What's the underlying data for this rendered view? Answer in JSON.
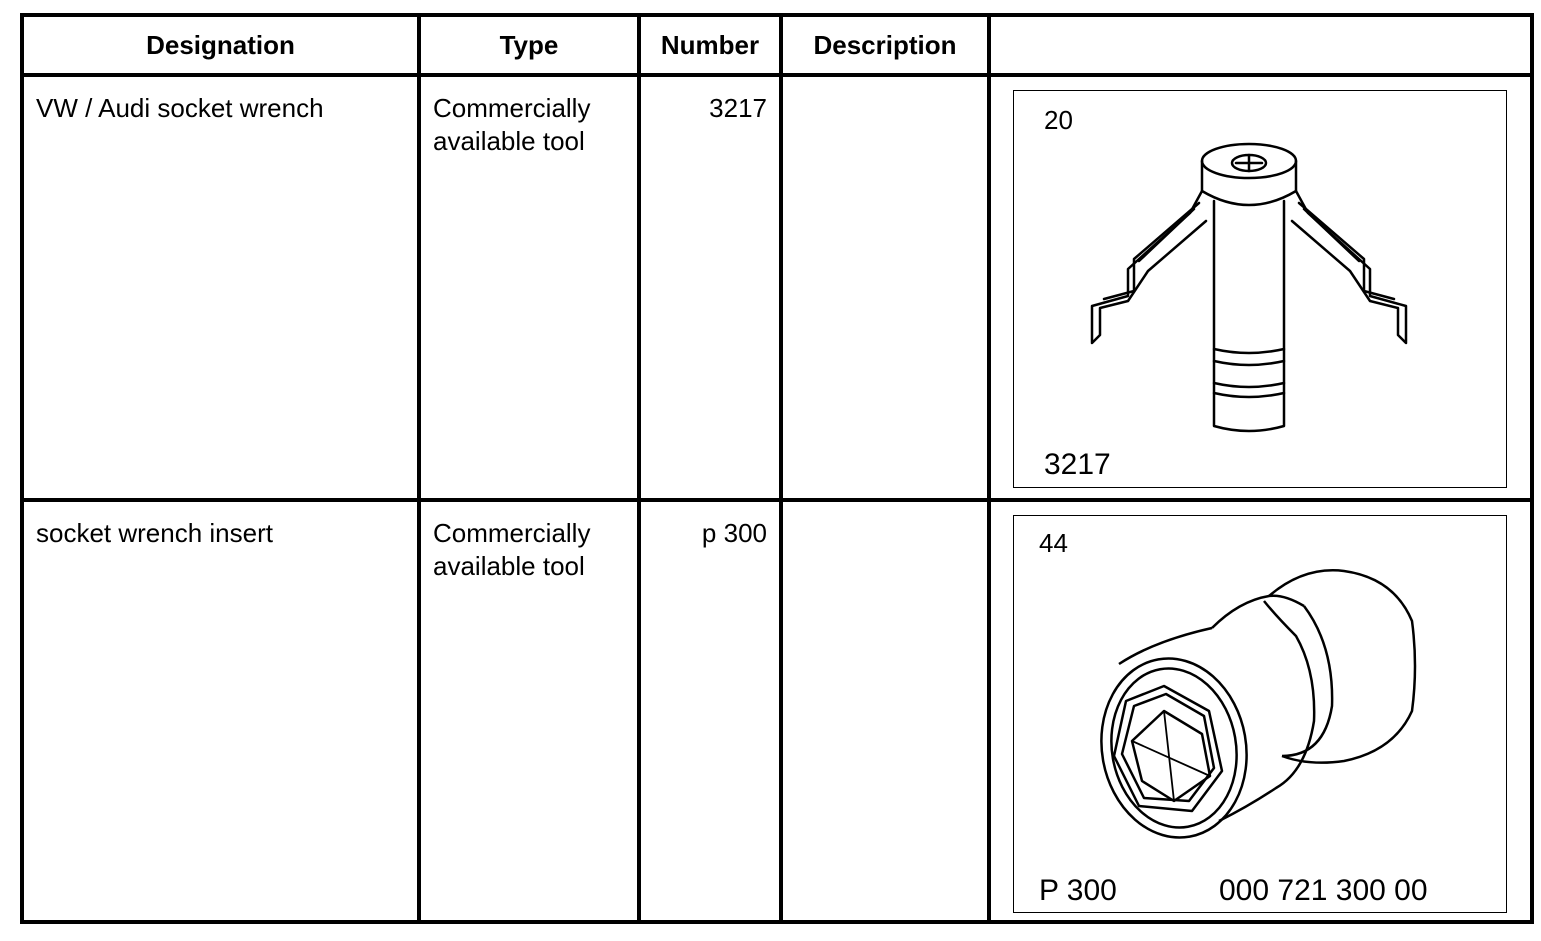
{
  "headers": [
    "Designation",
    "Type",
    "Number",
    "Description",
    ""
  ],
  "rows": [
    {
      "designation": "VW / Audi socket wrench",
      "type": "Commercially available tool",
      "number": "3217",
      "description": "",
      "image": {
        "icon": "socket-wrench-3217-illustration",
        "top_label": "20",
        "bottom_label": "3217"
      }
    },
    {
      "designation": "socket wrench insert",
      "type": "Commercially available tool",
      "number": "p 300",
      "description": "",
      "image": {
        "icon": "socket-insert-illustration",
        "top_label": "44",
        "bottom_label": "P 300",
        "part_number": "000 721 300 00"
      }
    }
  ]
}
